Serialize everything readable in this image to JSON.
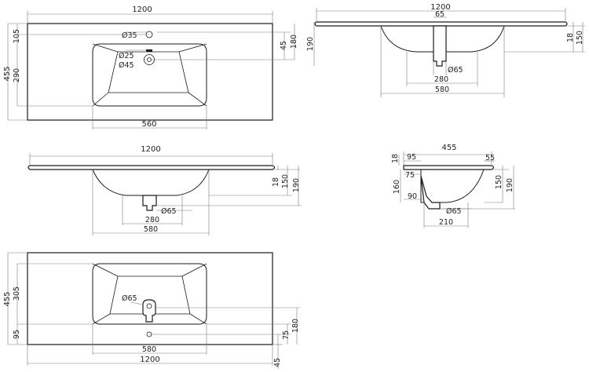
{
  "plan_top": {
    "width": "1200",
    "depth": "455",
    "tap_hole": "Ø35",
    "overflow_dia": "Ø25",
    "drain_dia": "Ø45",
    "d105": "105",
    "d290": "290",
    "d45": "45",
    "d180": "180",
    "bowl_width": "560"
  },
  "section_side": {
    "width": "1200",
    "d65": "65",
    "drain_dia": "Ø65",
    "d280": "280",
    "d580": "580",
    "d190": "190",
    "d18": "18",
    "d150": "150"
  },
  "front_view": {
    "width": "1200",
    "d18": "18",
    "d150": "150",
    "d190": "190",
    "drain_dia": "Ø65",
    "d280": "280",
    "d580": "580"
  },
  "side_view": {
    "depth": "455",
    "d18": "18",
    "d95": "95",
    "d75": "75",
    "d160": "160",
    "d90": "90",
    "d55": "55",
    "d150": "150",
    "d190": "190",
    "drain_dia": "Ø65",
    "d210": "210"
  },
  "plan_bottom": {
    "width": "1200",
    "depth": "455",
    "d305": "305",
    "d95": "95",
    "drain_dia": "Ø65",
    "d580": "580",
    "d180": "180",
    "d75": "75",
    "d45": "45"
  }
}
